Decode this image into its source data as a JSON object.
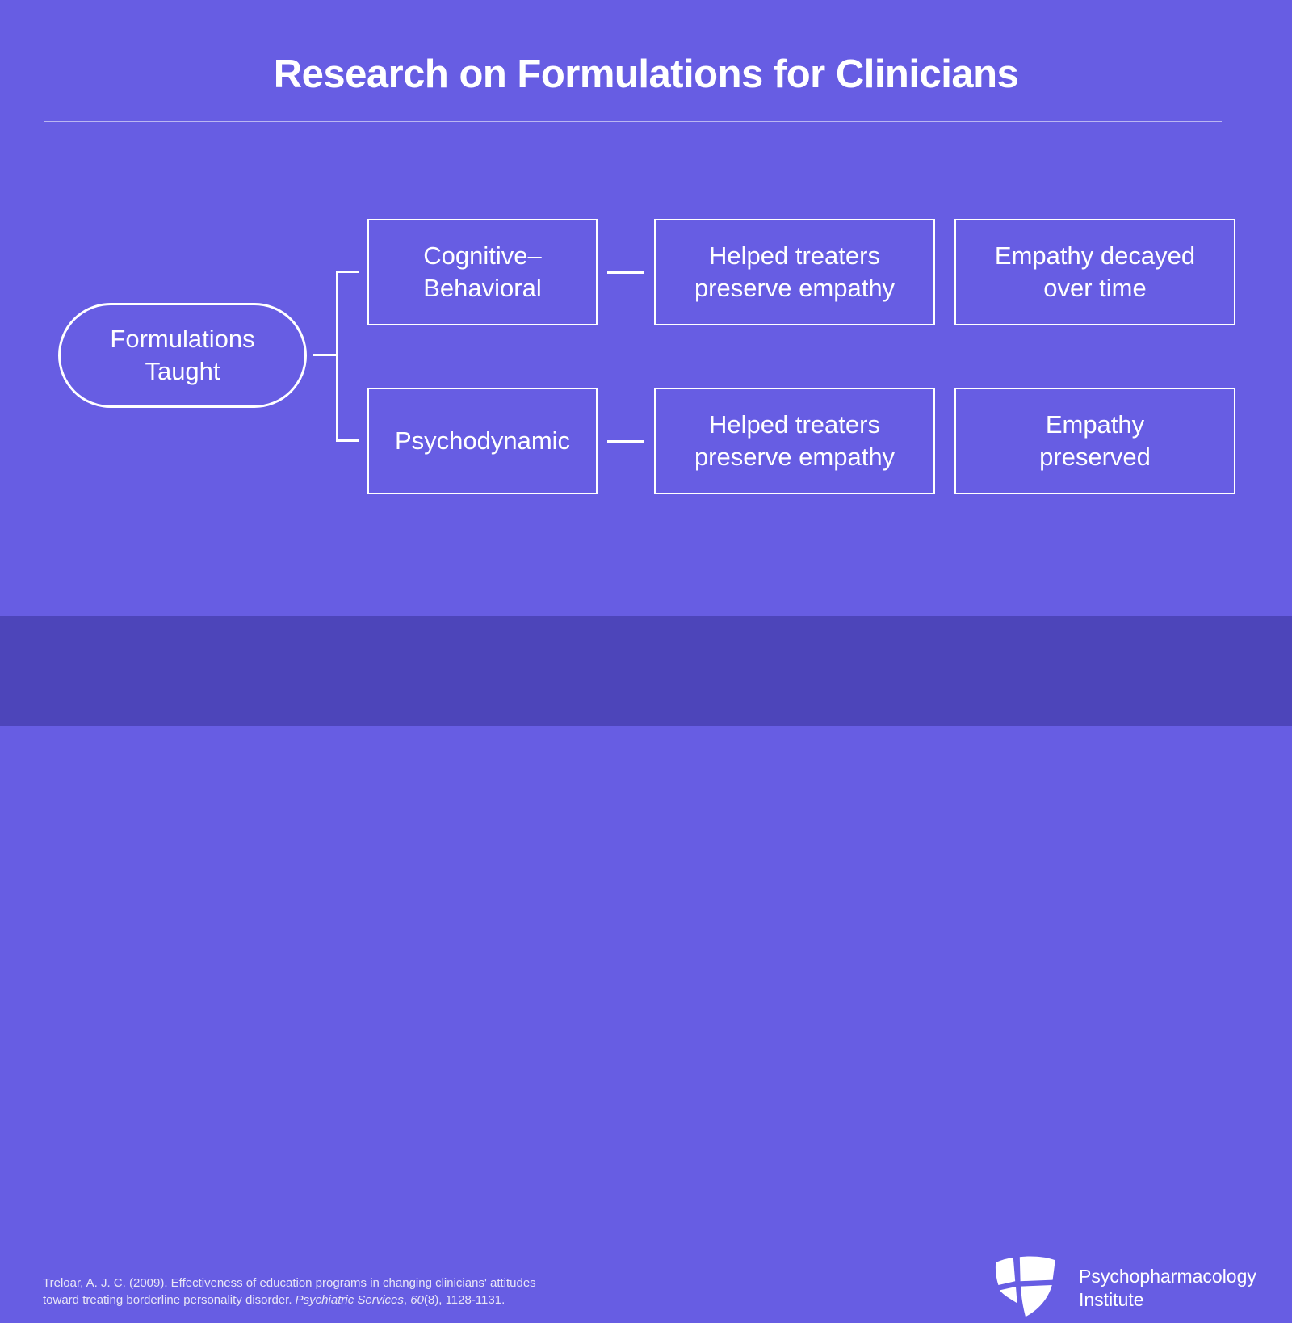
{
  "slide": {
    "title": "Research on Formulations for Clinicians",
    "colors": {
      "background": "#675DE3",
      "footer_background": "#4D45BA",
      "shape_border": "#FFFFFF",
      "text": "#FFFFFF"
    }
  },
  "diagram": {
    "root": {
      "label": "Formulations\nTaught"
    },
    "rows": [
      {
        "branch": "Cognitive–\nBehavioral",
        "finding": "Helped treaters\npreserve empathy",
        "outcome": "Empathy decayed\nover time"
      },
      {
        "branch": "Psychodynamic",
        "finding": "Helped treaters\npreserve empathy",
        "outcome": "Empathy\npreserved"
      }
    ]
  },
  "footer": {
    "citation": {
      "line1": "Treloar, A. J. C. (2009). Effectiveness of education programs in changing clinicians' attitudes",
      "line2_pre": "toward treating borderline personality disorder. ",
      "line2_journal": "Psychiatric Services",
      "line2_mid": ", ",
      "line2_volume": "60",
      "line2_post": "(8), 1128-1131."
    },
    "logo": {
      "icon": "shield-cross-icon",
      "line1": "Psychopharmacology",
      "line2": "Institute"
    }
  }
}
